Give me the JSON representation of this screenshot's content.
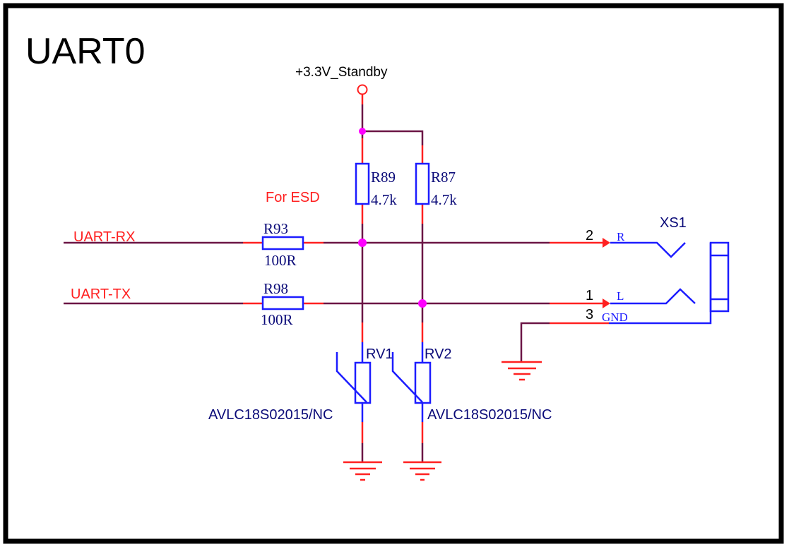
{
  "sheet": {
    "title": "UART0"
  },
  "colors": {
    "frame": "#000000",
    "wire": "#6b1545",
    "pin": "#ff2020",
    "component": "#1c1cff",
    "designator": "#0a0a78",
    "net_label": "#ff2020",
    "junction": "#ff00ff",
    "pin_number": "#000000"
  },
  "power": {
    "net": "+3.3V_Standby"
  },
  "annotation": {
    "note": "For ESD"
  },
  "nets": {
    "rx": "UART-RX",
    "tx": "UART-TX"
  },
  "resistors": [
    {
      "ref": "R89",
      "value": "4.7k",
      "role": "pull-up RX"
    },
    {
      "ref": "R87",
      "value": "4.7k",
      "role": "pull-up TX"
    },
    {
      "ref": "R93",
      "value": "100R",
      "role": "series RX"
    },
    {
      "ref": "R98",
      "value": "100R",
      "role": "series TX"
    }
  ],
  "varistors": [
    {
      "ref": "RV1",
      "part": "AVLC18S02015/NC"
    },
    {
      "ref": "RV2",
      "part": "AVLC18S02015/NC"
    }
  ],
  "connector": {
    "ref": "XS1",
    "pins": [
      {
        "number": "2",
        "name": "R"
      },
      {
        "number": "1",
        "name": "L"
      },
      {
        "number": "3",
        "name": "GND"
      }
    ]
  }
}
